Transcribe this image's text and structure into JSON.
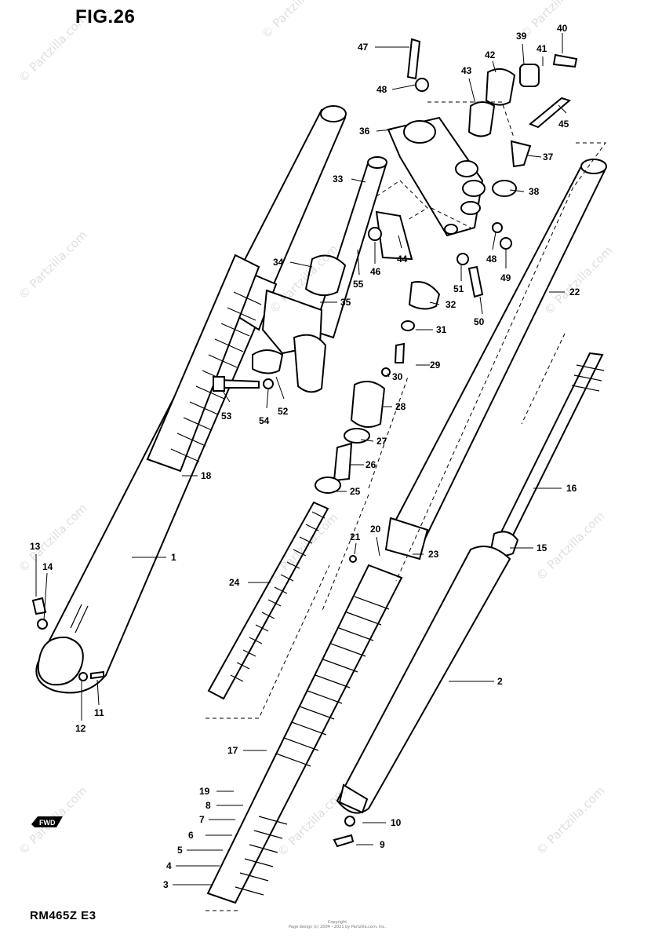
{
  "figure": {
    "title": "FIG.26",
    "model": "RM465Z E3",
    "copyright_line1": "Copyright",
    "copyright_line2": "Page design (c) 2004 - 2021 by Partzilla.com, Inc."
  },
  "watermark": {
    "text": "© Partzilla.com"
  },
  "fwd_badge": {
    "text": "FWD"
  },
  "callouts": [
    {
      "label": "47"
    },
    {
      "label": "48"
    },
    {
      "label": "39"
    },
    {
      "label": "40"
    },
    {
      "label": "42"
    },
    {
      "label": "41"
    },
    {
      "label": "43"
    },
    {
      "label": "36"
    },
    {
      "label": "45"
    },
    {
      "label": "37"
    },
    {
      "label": "33"
    },
    {
      "label": "38"
    },
    {
      "label": "44"
    },
    {
      "label": "46"
    },
    {
      "label": "48"
    },
    {
      "label": "34"
    },
    {
      "label": "55"
    },
    {
      "label": "49"
    },
    {
      "label": "51"
    },
    {
      "label": "35"
    },
    {
      "label": "32"
    },
    {
      "label": "22"
    },
    {
      "label": "50"
    },
    {
      "label": "31"
    },
    {
      "label": "29"
    },
    {
      "label": "30"
    },
    {
      "label": "53"
    },
    {
      "label": "54"
    },
    {
      "label": "52"
    },
    {
      "label": "28"
    },
    {
      "label": "27"
    },
    {
      "label": "26"
    },
    {
      "label": "18"
    },
    {
      "label": "25"
    },
    {
      "label": "16"
    },
    {
      "label": "21"
    },
    {
      "label": "20"
    },
    {
      "label": "13"
    },
    {
      "label": "15"
    },
    {
      "label": "14"
    },
    {
      "label": "1"
    },
    {
      "label": "23"
    },
    {
      "label": "24"
    },
    {
      "label": "2"
    },
    {
      "label": "12"
    },
    {
      "label": "11"
    },
    {
      "label": "17"
    },
    {
      "label": "19"
    },
    {
      "label": "8"
    },
    {
      "label": "10"
    },
    {
      "label": "7"
    },
    {
      "label": "6"
    },
    {
      "label": "9"
    },
    {
      "label": "5"
    },
    {
      "label": "4"
    },
    {
      "label": "3"
    }
  ]
}
